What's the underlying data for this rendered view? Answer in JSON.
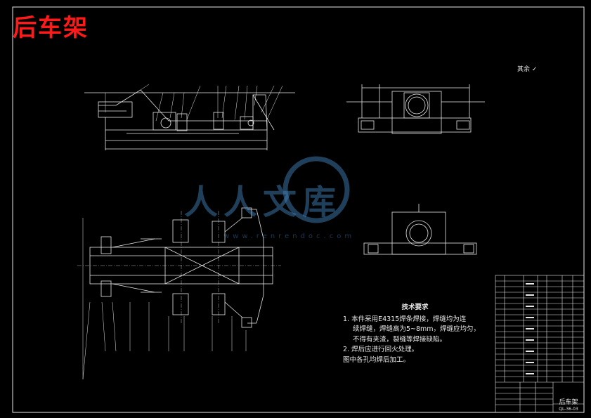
{
  "title": "后车架",
  "watermark": {
    "text": "人人文库",
    "url": "www.renrendoc.com"
  },
  "roughness_note": "其余",
  "technical_requirements": {
    "heading": "技术要求",
    "items": [
      "1. 本件采用E4315焊条焊接，焊缝均为连",
      "续焊缝，焊缝高为5~8mm，焊缝应均匀，",
      "不得有夹渣，裂缝等焊接缺陷。",
      "2. 焊后应进行回火处理。",
      "图中各孔均焊后加工。"
    ]
  },
  "title_block": {
    "drawing_name": "后车架",
    "drawing_code": "QL-36-03"
  },
  "colors": {
    "background": "#000000",
    "title": "#ff1a1a",
    "lines": "#e8e8e8",
    "watermark": "#4a8cc8"
  }
}
